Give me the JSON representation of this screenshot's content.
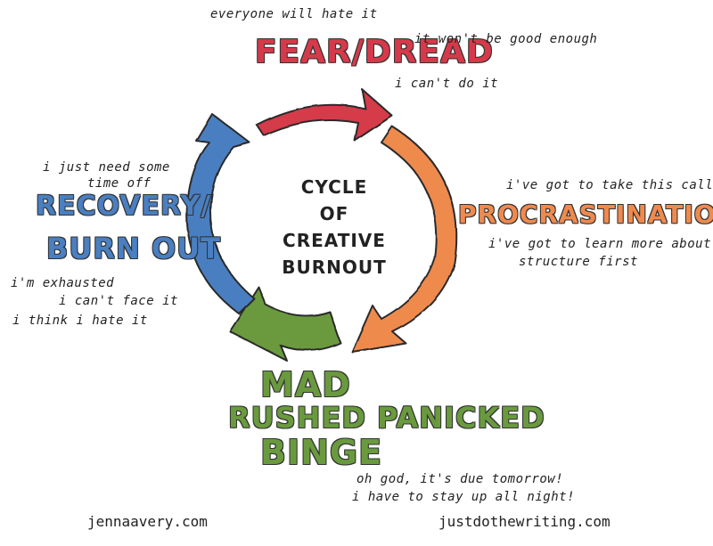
{
  "center": {
    "line1": "CYCLE",
    "line2": "OF",
    "line3": "CREATIVE",
    "line4": "BURNOUT"
  },
  "stages": {
    "fear": {
      "title": "FEAR/DREAD",
      "color": "#d63a4a",
      "notes": [
        "everyone will hate it",
        "it won't be good enough",
        "i can't do it"
      ]
    },
    "procrastination": {
      "title": "PROCRASTINATION",
      "color": "#ef8a4e",
      "notes": [
        "i've got to take this call",
        "i've got to learn more about",
        "structure first"
      ]
    },
    "binge": {
      "title_line1": "MAD",
      "title_line2": "RUSHED PANICKED",
      "title_line3": "BINGE",
      "color": "#6a9a3e",
      "notes": [
        "oh god, it's due tomorrow!",
        "i have to stay up all night!"
      ]
    },
    "recovery": {
      "title_line1": "RECOVERY/",
      "title_line2": "BURN OUT",
      "color": "#4a7fc1",
      "notes_top": [
        "i just need some",
        "time off"
      ],
      "notes_bottom": [
        "i'm exhausted",
        "i can't face it",
        "i think i hate it"
      ]
    }
  },
  "footer": {
    "left": "jennaavery.com",
    "right": "justdothewriting.com"
  }
}
